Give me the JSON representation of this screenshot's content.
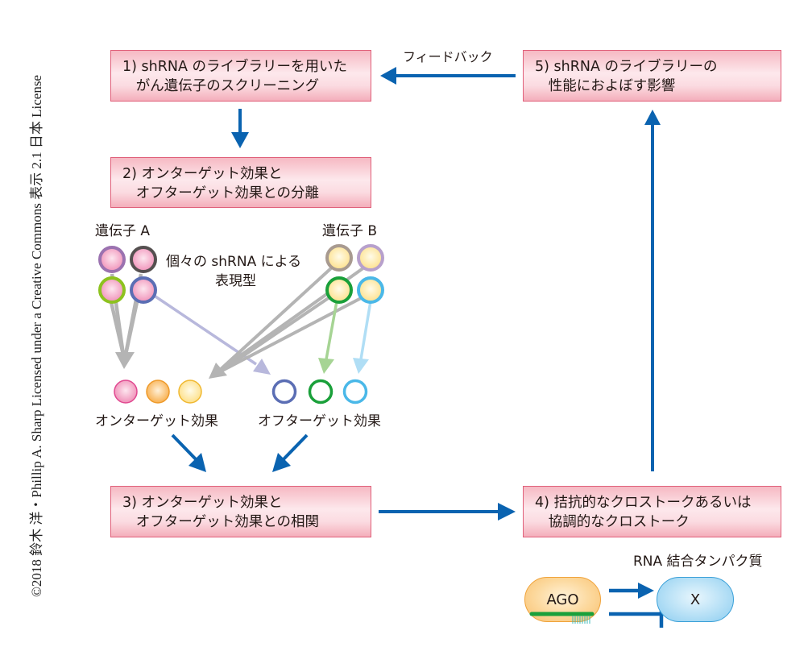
{
  "credit": "©2018 鈴木 洋・Phillip A. Sharp Licensed under a Creative Commons 表示 2.1 日本 License",
  "boxes": {
    "step1": "1) shRNA のライブラリーを用いた\n   がん遺伝子のスクリーニング",
    "step2": "2) オンターゲット効果と\n   オフターゲット効果との分離",
    "step3": "3) オンターゲット効果と\n   オフターゲット効果との相関",
    "step4": "4) 拮抗的なクロストークあるいは\n   協調的なクロストーク",
    "step5": "5) shRNA のライブラリーの\n   性能におよぼす影響"
  },
  "labels": {
    "feedback": "フィードバック",
    "gene_a": "遺伝子 A",
    "gene_b": "遺伝子 B",
    "phenotype_line1": "個々の shRNA による",
    "phenotype_line2": "表現型",
    "on_target": "オンターゲット効果",
    "off_target": "オフターゲット効果",
    "rbp": "RNA 結合タンパク質",
    "ago": "AGO",
    "x": "X"
  },
  "colors": {
    "arrow_blue": "#0a63b0",
    "box_border": "#e0607a",
    "gray_arrow": "#b4b4b4",
    "lavender_arrow": "#b8b8dc",
    "green_arrow": "#a6d494",
    "lightblue_arrow": "#b0def5",
    "shrna_a_rings": [
      "#9b72b0",
      "#555050",
      "#8dc21f",
      "#5b6eb4"
    ],
    "shrna_b_rings": [
      "#a89a90",
      "#b7a0cc",
      "#1aa03a",
      "#4ab8e8"
    ],
    "on_target_fills": [
      "#f090b8",
      "#f8b050",
      "#fde08a"
    ],
    "off_target_rings": [
      "#5b6eb4",
      "#1aa03a",
      "#4ab8e8"
    ]
  }
}
